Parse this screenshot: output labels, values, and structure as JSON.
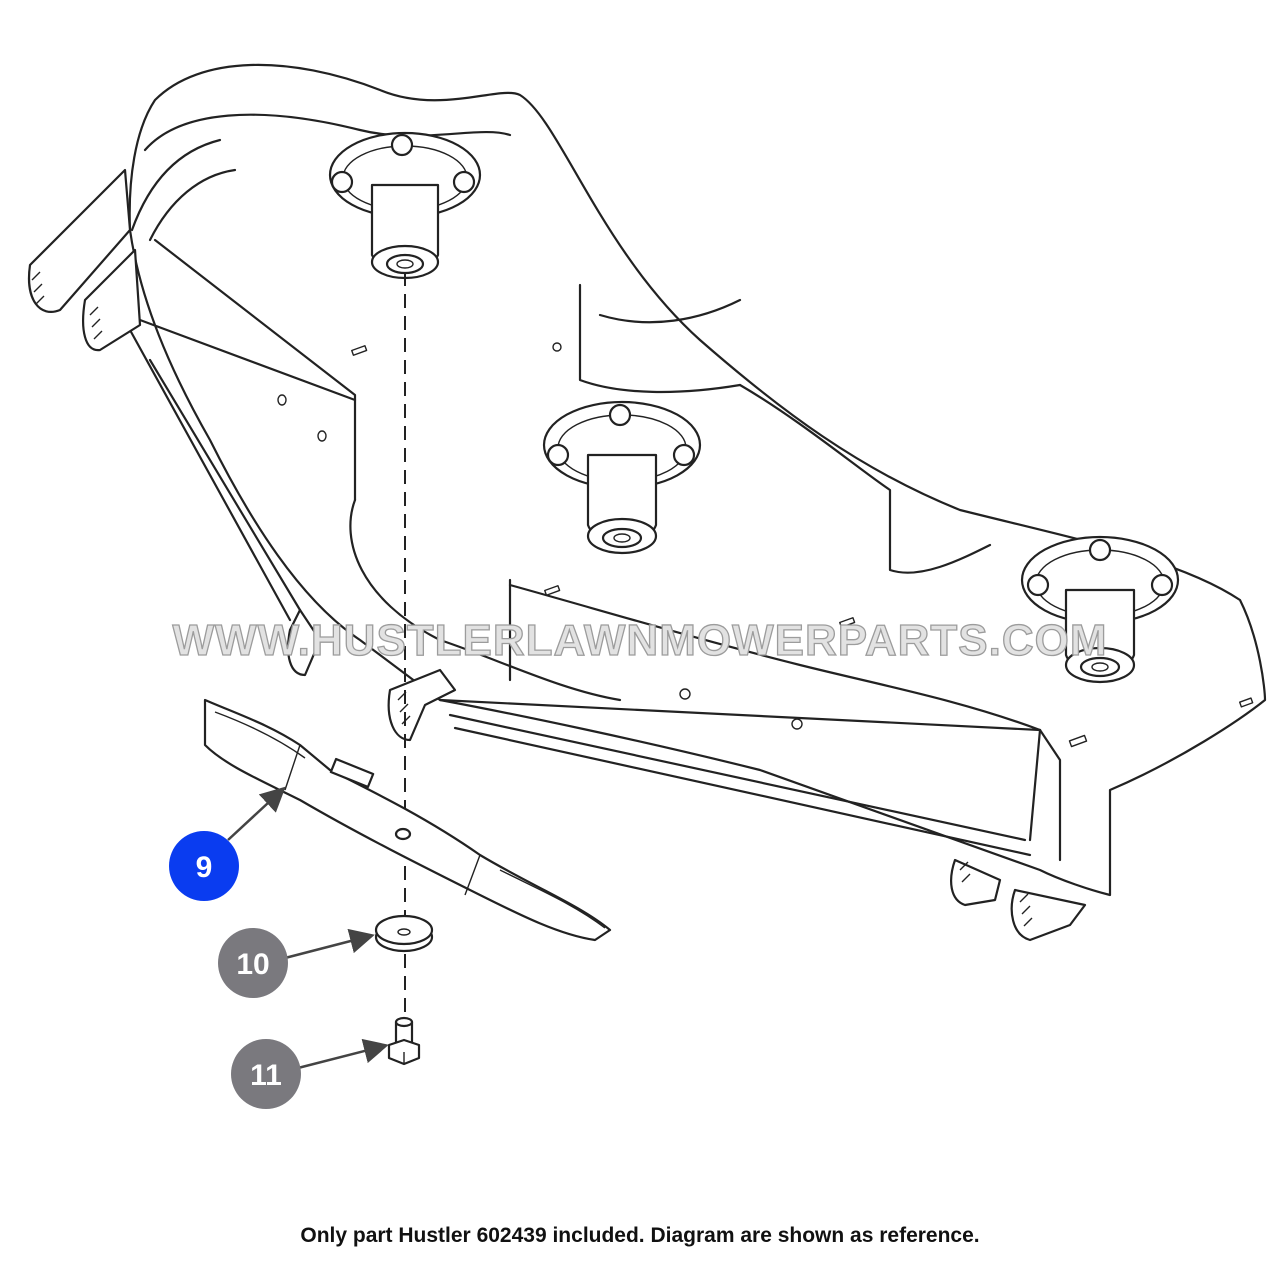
{
  "watermark": "WWW.HUSTLERLAWNMOWERPARTS.COM",
  "callouts": [
    {
      "label": "9",
      "color": "#0a3cf0",
      "highlighted": true
    },
    {
      "label": "10",
      "color": "#7a797e",
      "highlighted": false
    },
    {
      "label": "11",
      "color": "#7a797e",
      "highlighted": false
    }
  ],
  "caption": "Only part Hustler 602439 included. Diagram are shown as reference."
}
